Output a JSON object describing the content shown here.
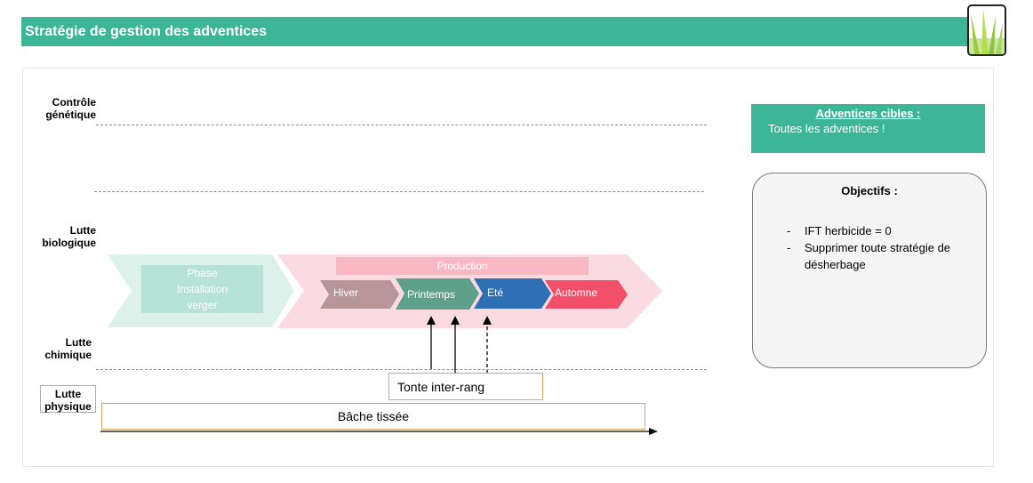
{
  "header": {
    "title": "Stratégie de gestion des adventices"
  },
  "rows": {
    "genetique": [
      "Contrôle",
      "génétique"
    ],
    "biologique": [
      "Lutte",
      "biologique"
    ],
    "chimique": [
      "Lutte",
      "chimique"
    ],
    "physique": [
      "Lutte",
      "physique"
    ]
  },
  "phases": {
    "installation": [
      "Phase",
      "Installation",
      "verger"
    ],
    "production": "Production",
    "seasons": [
      {
        "label": "Hiver",
        "color": "#b89598"
      },
      {
        "label": "Printemps",
        "color": "#5fa08a"
      },
      {
        "label": "Eté",
        "color": "#2f6fb3"
      },
      {
        "label": "Automne",
        "color": "#f2506a"
      }
    ]
  },
  "actions": {
    "tonte": "Tonte inter-rang",
    "bache": "Bâche tissée"
  },
  "cibles": {
    "title": "Adventices cibles :",
    "value": "Toutes les adventices !"
  },
  "objectifs": {
    "title": "Objectifs :",
    "items": [
      "IFT herbicide = 0",
      "Supprimer toute stratégie de",
      "désherbage"
    ]
  },
  "colors": {
    "header": "#3db597",
    "installation_arrow": "#dcf1ea",
    "production_arrow": "#fbdbe2",
    "production_banner": "#f7b8c4"
  }
}
